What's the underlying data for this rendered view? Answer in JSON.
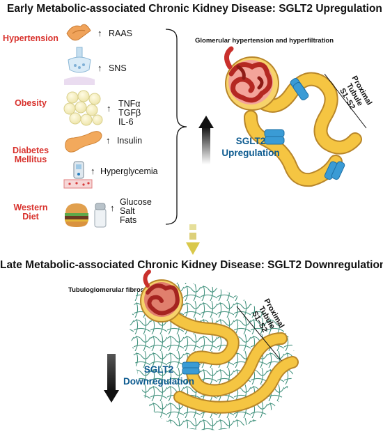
{
  "early": {
    "title": "Early Metabolic-associated Chronic Kidney Disease: SGLT2 Upregulation",
    "subtitle": "Glomerular hypertension and hyperfiltration",
    "sglt2_line1": "SGLT2",
    "sglt2_line2": "Upregulation",
    "tubule_line1": "Proximal",
    "tubule_line2": "Tubule",
    "tubule_line3": "S1–S2",
    "risk_factors": {
      "hypertension": "Hypertension",
      "obesity": "Obesity",
      "diabetes_line1": "Diabetes",
      "diabetes_line2": "Mellitus",
      "western_line1": "Western",
      "western_line2": "Diet"
    },
    "mediators": {
      "raas": "RAAS",
      "sns": "SNS",
      "tnfa": "TNFα",
      "tgfb": "TGFβ",
      "il6": "IL-6",
      "insulin": "Insulin",
      "hyperglycemia": "Hyperglycemia",
      "glucose": "Glucose",
      "salt": "Salt",
      "fats": "Fats"
    },
    "up_symbol": "↑"
  },
  "late": {
    "title": "Late Metabolic-associated Chronic Kidney Disease: SGLT2 Downregulation",
    "subtitle": "Tubuloglomerular fibrosis",
    "sglt2_line1": "SGLT2",
    "sglt2_line2": "Downregulation",
    "tubule_line1": "Proximal",
    "tubule_line2": "Tubule",
    "tubule_line3": "S1–S2"
  },
  "colors": {
    "risk_red": "#d8312c",
    "sglt_blue": "#0c5a8f",
    "tubule_yellow": "#f5c542",
    "glomerulus_red": "#c9302c",
    "transporter_blue": "#3a9bd5",
    "fibrosis_teal": "#3d8f7a",
    "transition_arrow": "#d9c84a"
  },
  "icons": [
    "kidney-adrenal-icon",
    "synapse-icon",
    "adipocytes-icon",
    "pancreas-icon",
    "glucometer-icon",
    "blood-vessel-icon",
    "burger-icon",
    "salt-shaker-icon",
    "brace-icon",
    "kidney-nephron-icon"
  ]
}
